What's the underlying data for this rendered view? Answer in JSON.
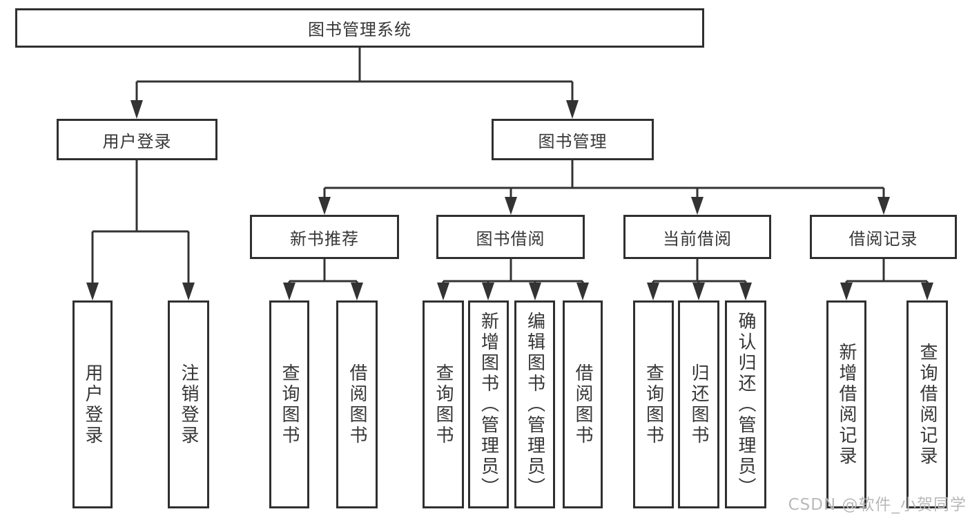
{
  "tree": {
    "root": {
      "label": "图书管理系统"
    },
    "branches": [
      {
        "label": "用户登录",
        "children": [
          {
            "label": "用户登录"
          },
          {
            "label": "注销登录"
          }
        ]
      },
      {
        "label": "图书管理",
        "groups": [
          {
            "label": "新书推荐",
            "children": [
              {
                "label": "查询图书"
              },
              {
                "label": "借阅图书"
              }
            ]
          },
          {
            "label": "图书借阅",
            "children": [
              {
                "label": "查询图书"
              },
              {
                "label": "新增图书（管理员）"
              },
              {
                "label": "编辑图书（管理员）"
              },
              {
                "label": "借阅图书"
              }
            ]
          },
          {
            "label": "当前借阅",
            "children": [
              {
                "label": "查询图书"
              },
              {
                "label": "归还图书"
              },
              {
                "label": "确认归还（管理员）"
              }
            ]
          },
          {
            "label": "借阅记录",
            "children": [
              {
                "label": "新增借阅记录"
              },
              {
                "label": "查询借阅记录"
              }
            ]
          }
        ]
      }
    ]
  },
  "watermark": {
    "text": "CSDN @软件_小贺同学"
  },
  "colors": {
    "line": "#333333",
    "box_border": "#2f2f2f",
    "text": "#363636",
    "background": "#ffffff",
    "watermark": "#b9b9b9"
  }
}
